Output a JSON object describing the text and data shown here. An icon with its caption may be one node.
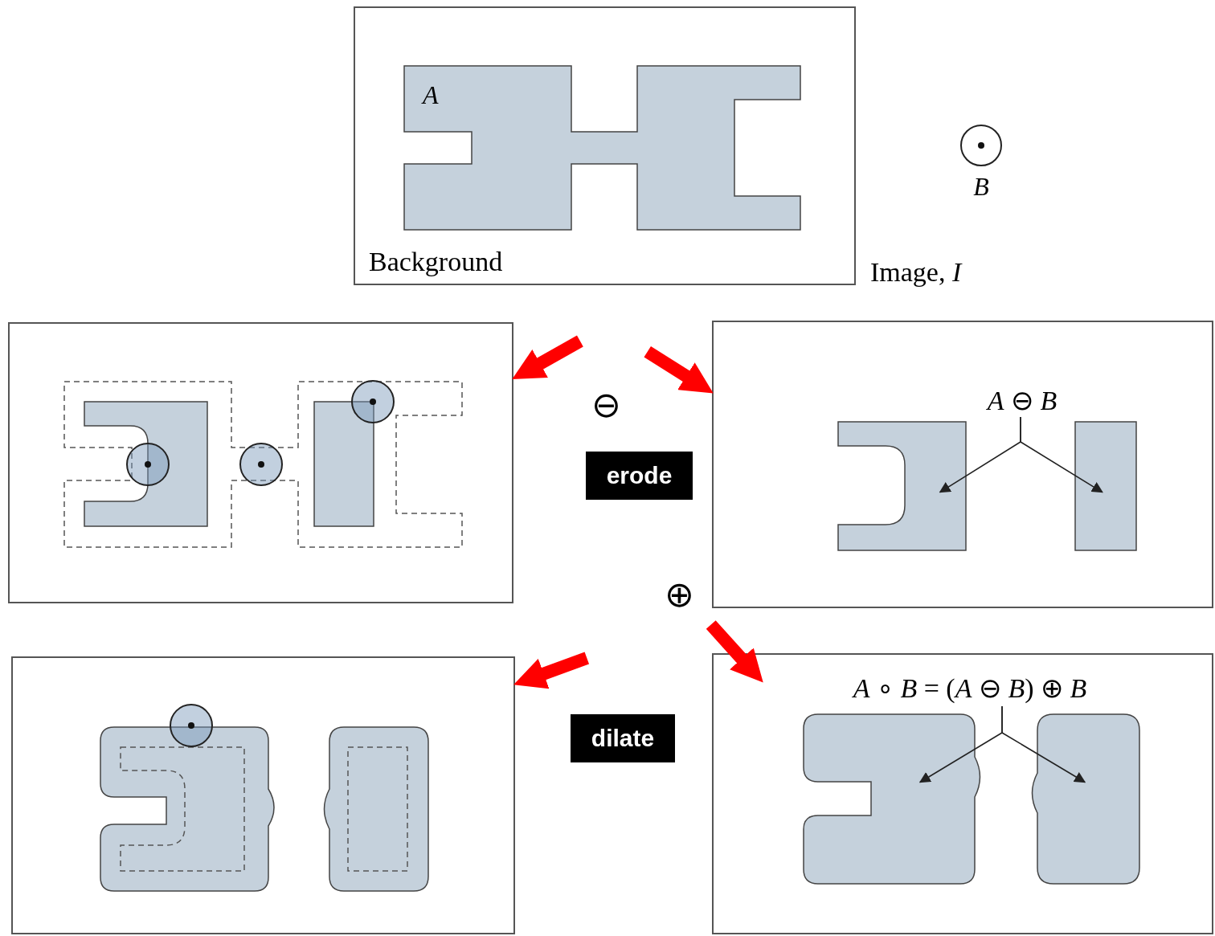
{
  "diagram": {
    "nodes": [
      {
        "text": [
          "Background"
        ],
        "beside": [
          "Image, *I*"
        ]
      },
      {
        "text": [
          "A"
        ],
        "in": 0
      },
      {
        "text": [
          "B"
        ]
      },
      {
        "text": [],
        "shape": "box"
      },
      {
        "text": [],
        "shape": "box"
      },
      {
        "text": [
          "*A* ⊖ *B*"
        ],
        "in": 4
      },
      {
        "text": [],
        "shape": "box",
        "in": 4
      },
      {
        "text": [],
        "shape": "box",
        "in": 4
      },
      {
        "text": [
          "erode"
        ]
      },
      {
        "text": [],
        "shape": "box"
      },
      {
        "text": [],
        "shape": "box"
      },
      {
        "text": [
          "*A* ∘ *B* = (*A* ⊖ *B*) ⊕ *B*"
        ],
        "in": 10
      },
      {
        "text": [],
        "shape": "box",
        "in": 10
      },
      {
        "text": [],
        "shape": "box",
        "in": 10
      },
      {
        "text": [
          "dilate"
        ]
      }
    ],
    "edges": [
      {
        "from": null,
        "to": 3,
        "arrow": "to",
        "style": "thick",
        "color": "#ff0000"
      },
      {
        "from": null,
        "to": 4,
        "arrow": "to",
        "style": "thick",
        "color": "#ff0000"
      },
      {
        "from": 5,
        "to": 6,
        "arrow": "to",
        "color": "#222222"
      },
      {
        "from": 5,
        "to": 7,
        "arrow": "to",
        "color": "#222222"
      },
      {
        "from": null,
        "to": 9,
        "arrow": "to",
        "style": "thick",
        "color": "#ff0000"
      },
      {
        "from": null,
        "to": 10,
        "arrow": "to",
        "style": "thick",
        "color": "#ff0000"
      },
      {
        "from": 11,
        "to": 12,
        "arrow": "to",
        "color": "#222222"
      },
      {
        "from": 11,
        "to": 13,
        "arrow": "to",
        "color": "#222222"
      }
    ],
    "labels": [
      "⊖",
      "⊕"
    ]
  }
}
